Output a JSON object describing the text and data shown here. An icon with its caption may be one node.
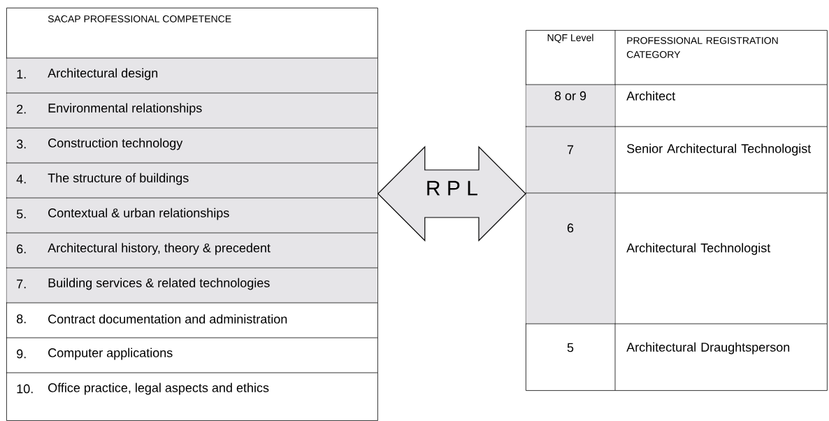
{
  "diagram": {
    "nodes": [
      {
        "text": [
          "SACAP PROFESSIONAL COMPETENCE"
        ]
      },
      {
        "text": [
          "NQF Level",
          "PROFESSIONAL REGISTRATION CATEGORY"
        ]
      }
    ],
    "edges": [
      {
        "from": 0,
        "to": 1,
        "arrow": "both",
        "label": "R P L"
      }
    ],
    "labels": [
      "1.",
      "Architectural design",
      "2.",
      "Environmental relationships",
      "3.",
      "Construction technology",
      "4.",
      "The structure of buildings",
      "5.",
      "Contextual & urban relationships",
      "6.",
      "Architectural history, theory & precedent",
      "7.",
      "Building services & related technologies",
      "8.",
      "Contract documentation and administration",
      "9.",
      "Computer applications",
      "10.",
      "Office practice, legal aspects and ethics",
      "8 or 9",
      "Architect",
      "7",
      "Senior Architectural Technologist",
      "6",
      "Architectural Technologist",
      "5",
      "Architectural Draughtsperson"
    ]
  }
}
